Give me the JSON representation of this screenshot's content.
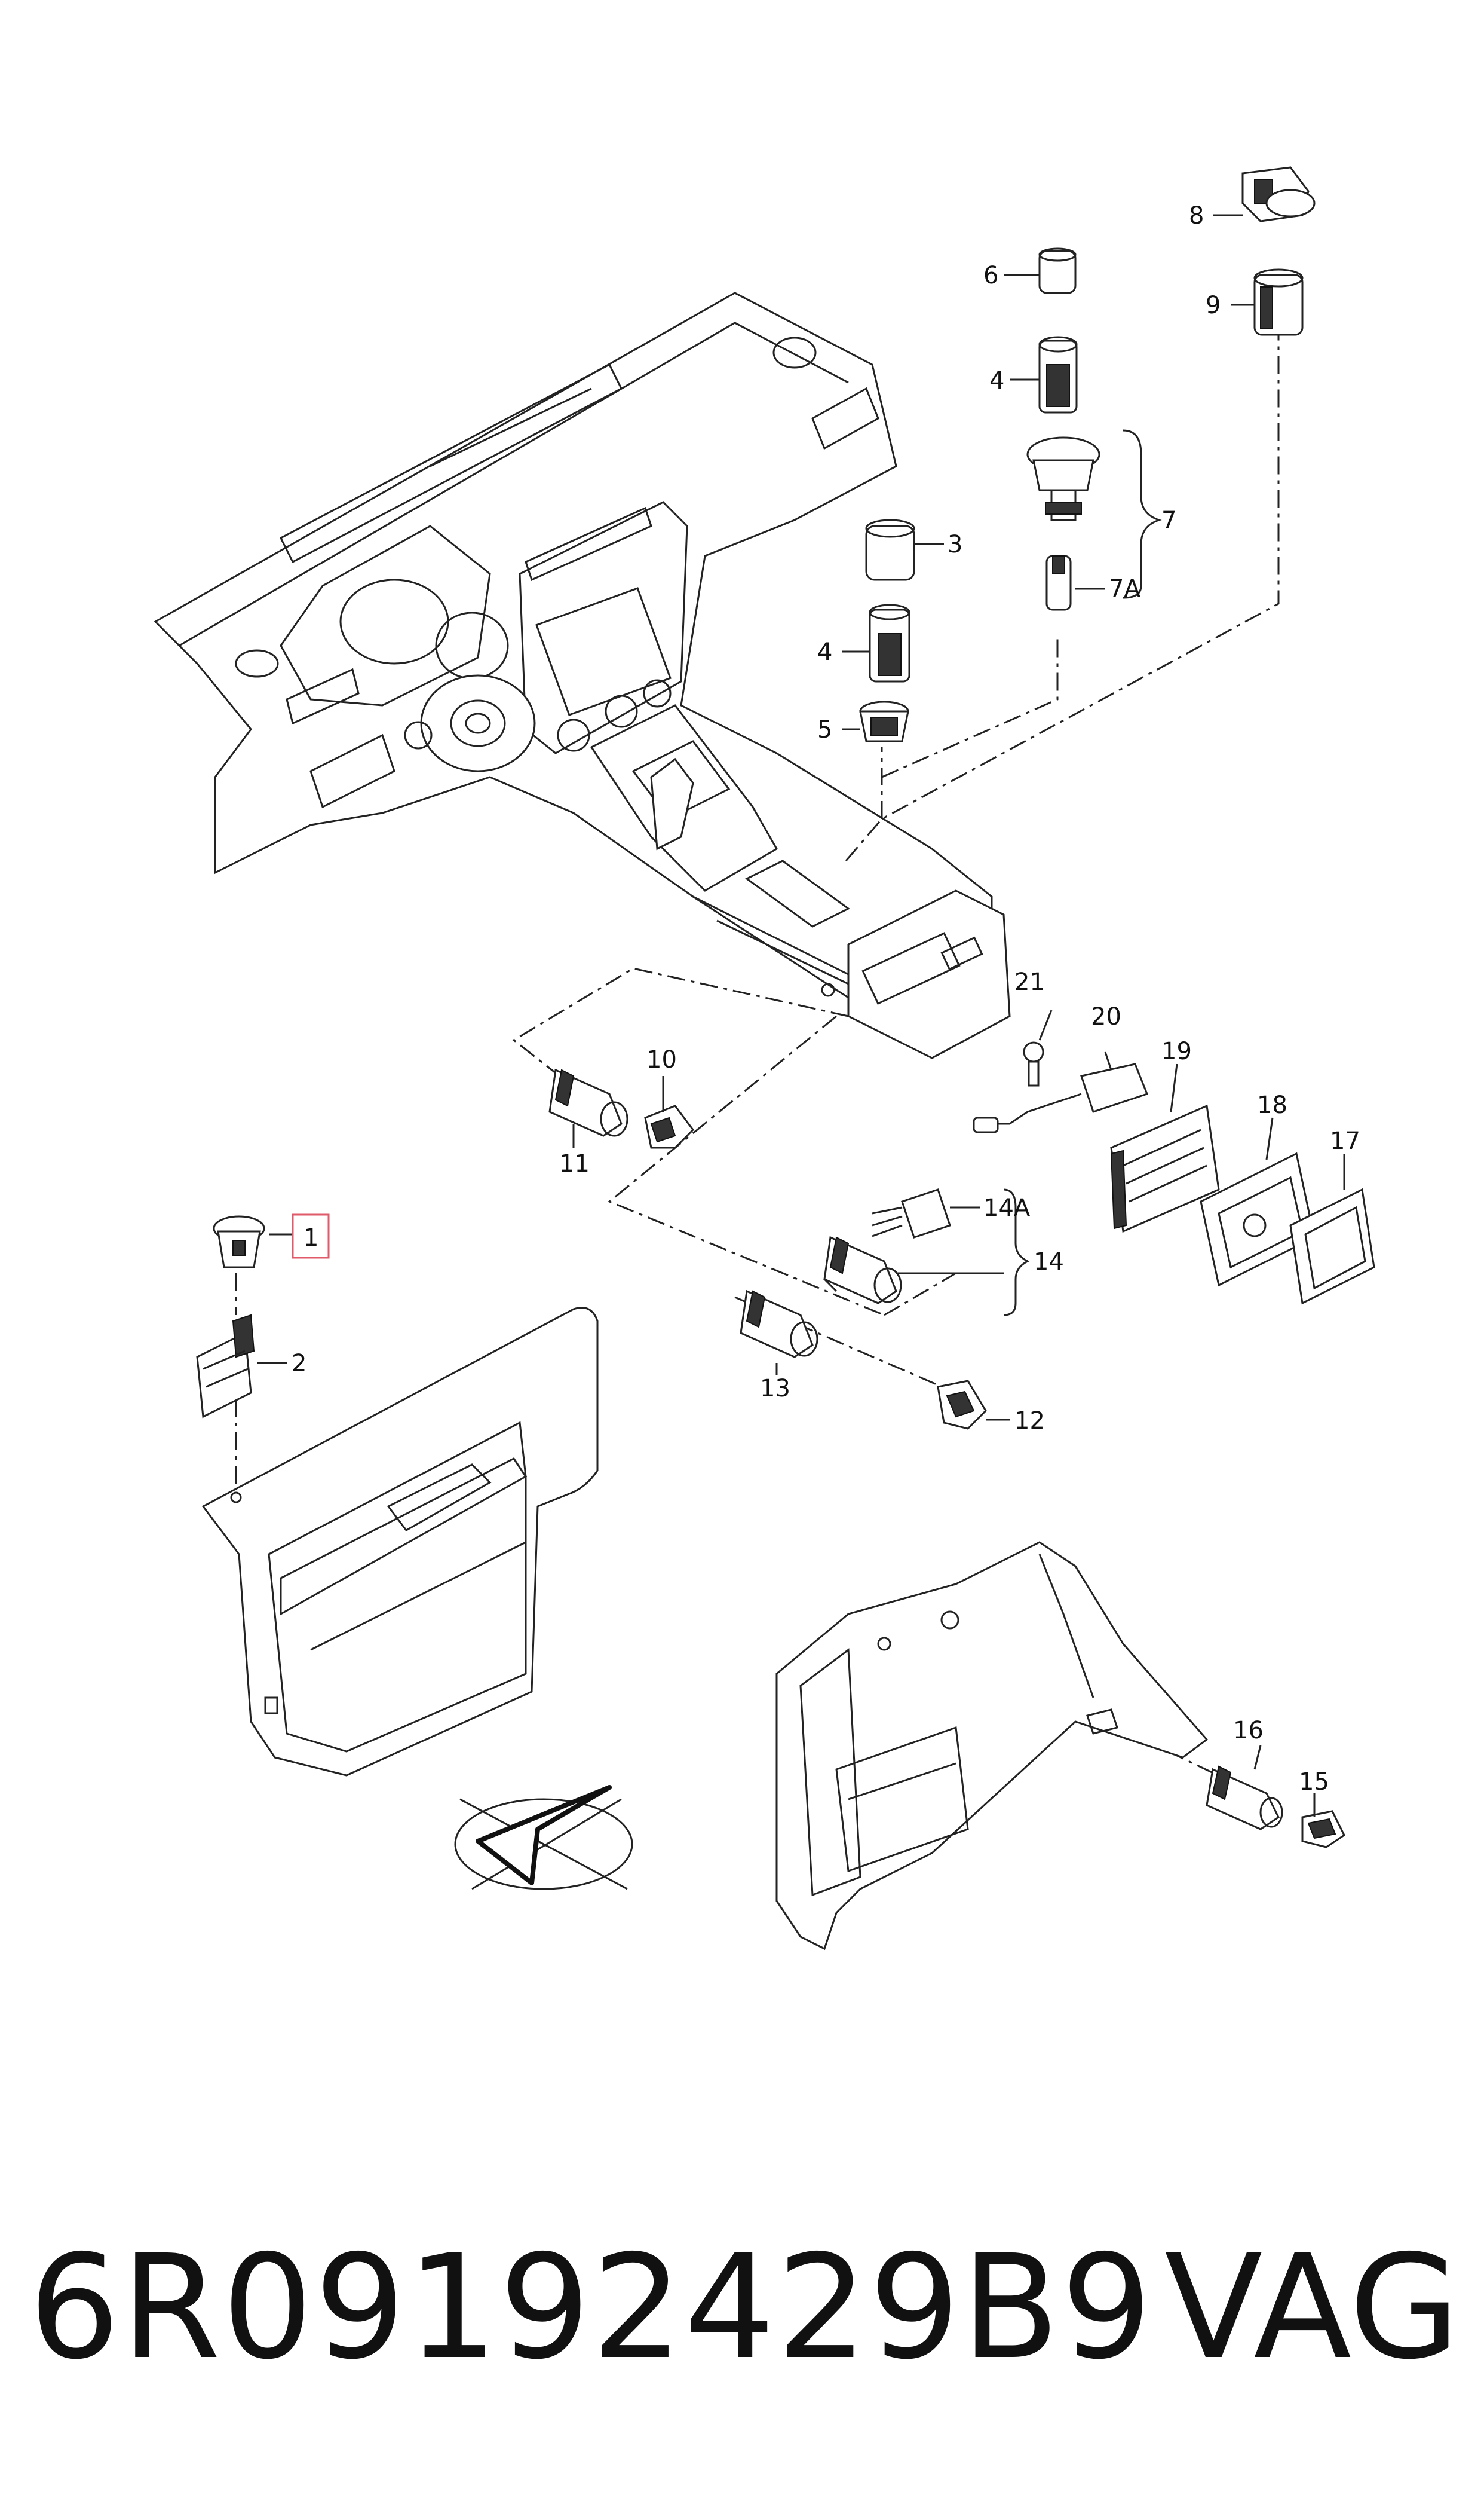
{
  "callouts": {
    "c1": "1",
    "c2": "2",
    "c3": "3",
    "c4a": "4",
    "c4b": "4",
    "c5": "5",
    "c6": "6",
    "c7": "7",
    "c7a": "7A",
    "c8": "8",
    "c9": "9",
    "c10": "10",
    "c11": "11",
    "c12": "12",
    "c13": "13",
    "c14": "14",
    "c14a": "14A",
    "c15": "15",
    "c16": "16",
    "c17": "17",
    "c18": "18",
    "c19": "19",
    "c20": "20",
    "c21": "21"
  },
  "highlight_color": "#e05a6a",
  "footer": {
    "part_number": "6R09192429B9",
    "brand": "VAG"
  }
}
